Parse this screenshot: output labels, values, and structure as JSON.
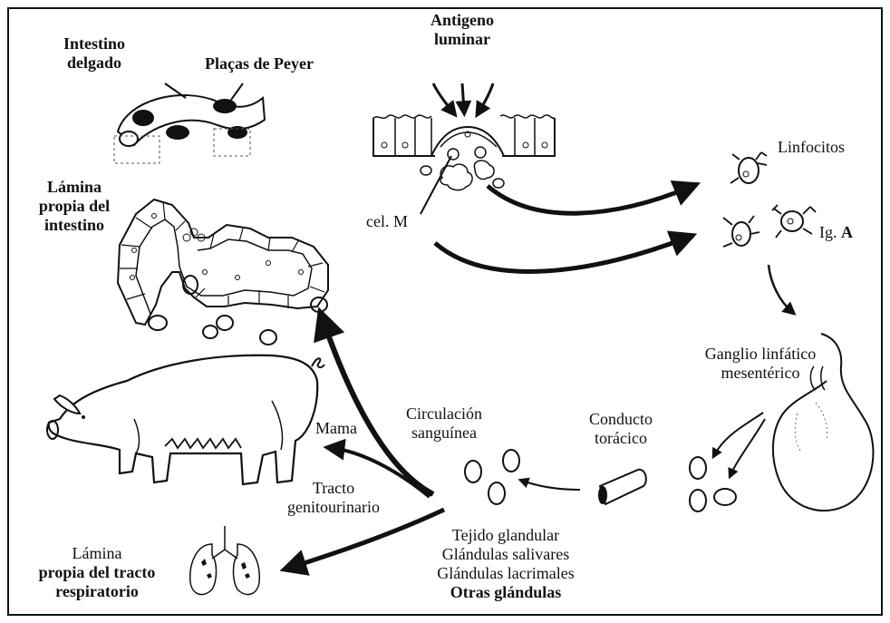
{
  "labels": {
    "intestino_delgado": "Intestino\ndelgado",
    "placas_peyer": "Plaças de Peyer",
    "antigeno_luminar": "Antigeno\nluminar",
    "linfocitos": "Linfocitos",
    "cel_m": "cel. M",
    "ig_a_prefix": "Ig. ",
    "ig_a_suffix": "A",
    "lamina_intestino": "Lámina\npropia del\nintestino",
    "ganglio": "Ganglio linfático\nmesentérico",
    "circulacion": "Circulación\nsanguínea",
    "conducto": "Conducto\ntorácico",
    "mama": "Mama",
    "tracto_genito": "Tracto\ngenitourinario",
    "tejidos": "Tejido glandular\nGlándulas salivares\nGlándulas lacrimales",
    "otras_glandulas": "Otras glándulas",
    "lamina_respiratorio_1": "Lámina",
    "lamina_respiratorio_2": "propia del tracto",
    "lamina_respiratorio_3": "respiratorio"
  },
  "icons": [
    "intestine-icon",
    "epithelium-icon",
    "lymphocyte-icon",
    "intestinal-villus-icon",
    "pig-icon",
    "lymph-node-icon",
    "thoracic-duct-icon",
    "lungs-icon"
  ],
  "colors": {
    "ink": "#111111",
    "background": "#ffffff"
  }
}
